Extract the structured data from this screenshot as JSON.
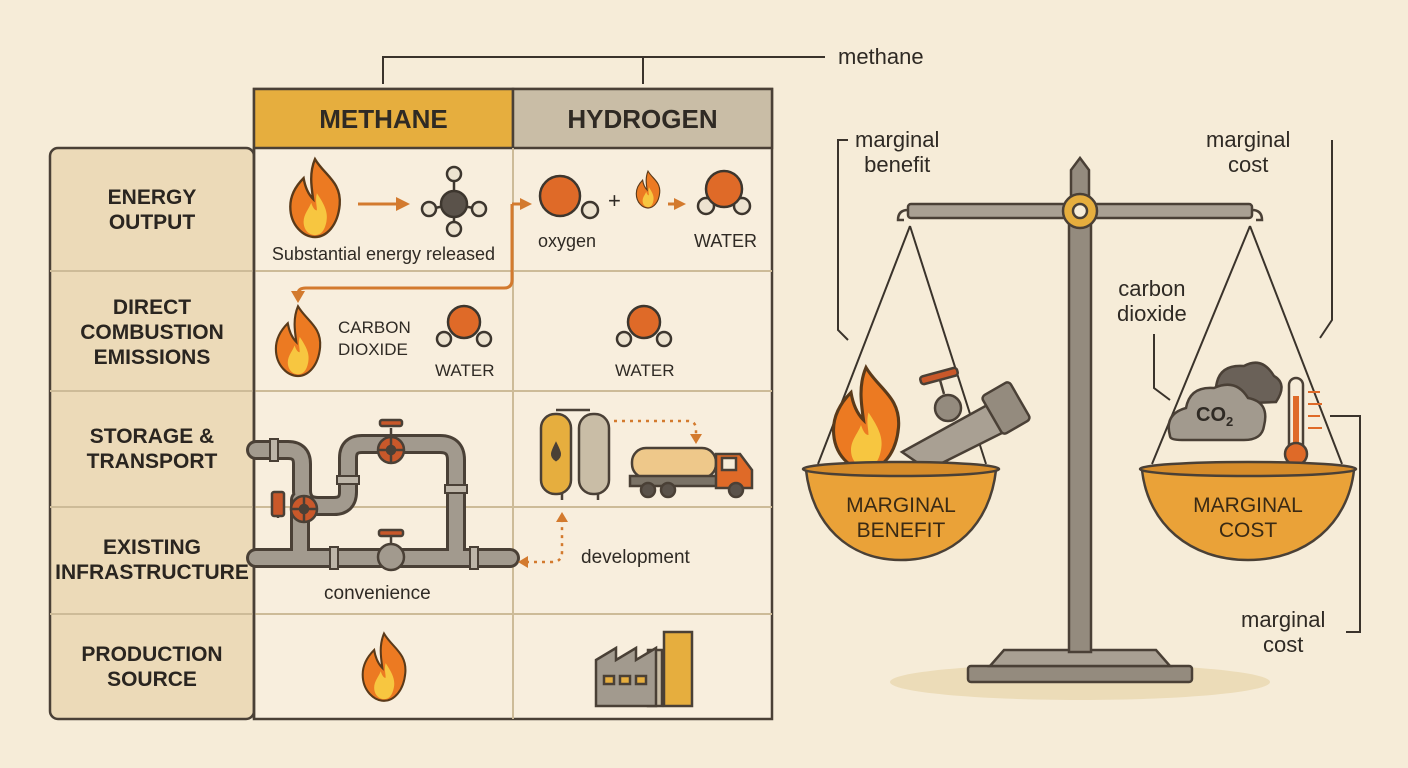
{
  "top_label": "methane",
  "columns": {
    "methane": "METHANE",
    "hydrogen": "HYDROGEN"
  },
  "rows": [
    {
      "line1": "ENERGY",
      "line2": "OUTPUT"
    },
    {
      "line1": "DIRECT",
      "line2": "COMBUSTION",
      "line3": "EMISSIONS"
    },
    {
      "line1": "STORAGE &",
      "line2": "TRANSPORT"
    },
    {
      "line1": "EXISTING",
      "line2": "INFRASTRUCTURE"
    },
    {
      "line1": "PRODUCTION",
      "line2": "SOURCE"
    }
  ],
  "cells": {
    "energy_methane": "Substantial energy released",
    "energy_hydrogen_left": "oxygen",
    "energy_hydrogen_right": "WATER",
    "emissions_methane_co2_l1": "CARBON",
    "emissions_methane_co2_l2": "DIOXIDE",
    "emissions_methane_water": "WATER",
    "emissions_hydrogen_water": "WATER",
    "infra_methane": "convenience",
    "infra_hydrogen": "development",
    "plus": "+"
  },
  "scale": {
    "left_callout_l1": "marginal",
    "left_callout_l2": "benefit",
    "right_callout_l1": "marginal",
    "right_callout_l2": "cost",
    "co2_callout_l1": "carbon",
    "co2_callout_l2": "dioxide",
    "co2_symbol": "CO",
    "co2_sub": "2",
    "bottom_callout_l1": "marginal",
    "bottom_callout_l2": "cost",
    "left_pan_l1": "MARGINAL",
    "left_pan_l2": "BENEFIT",
    "right_pan_l1": "MARGINAL",
    "right_pan_l2": "COST"
  },
  "colors": {
    "background": "#f6ecd8",
    "methane_header": "#e6ae3e",
    "hydrogen_header": "#c9bda6",
    "row_label_bg": "#ecdab8",
    "flame_orange": "#ec7a22",
    "flame_yellow": "#f7c640",
    "atom_orange": "#df6a28",
    "pipe_gray": "#8f887d",
    "valve_red": "#c9582a",
    "pan_fill": "#eaa238",
    "scale_gray": "#948b7e",
    "line": "#5a5045"
  }
}
